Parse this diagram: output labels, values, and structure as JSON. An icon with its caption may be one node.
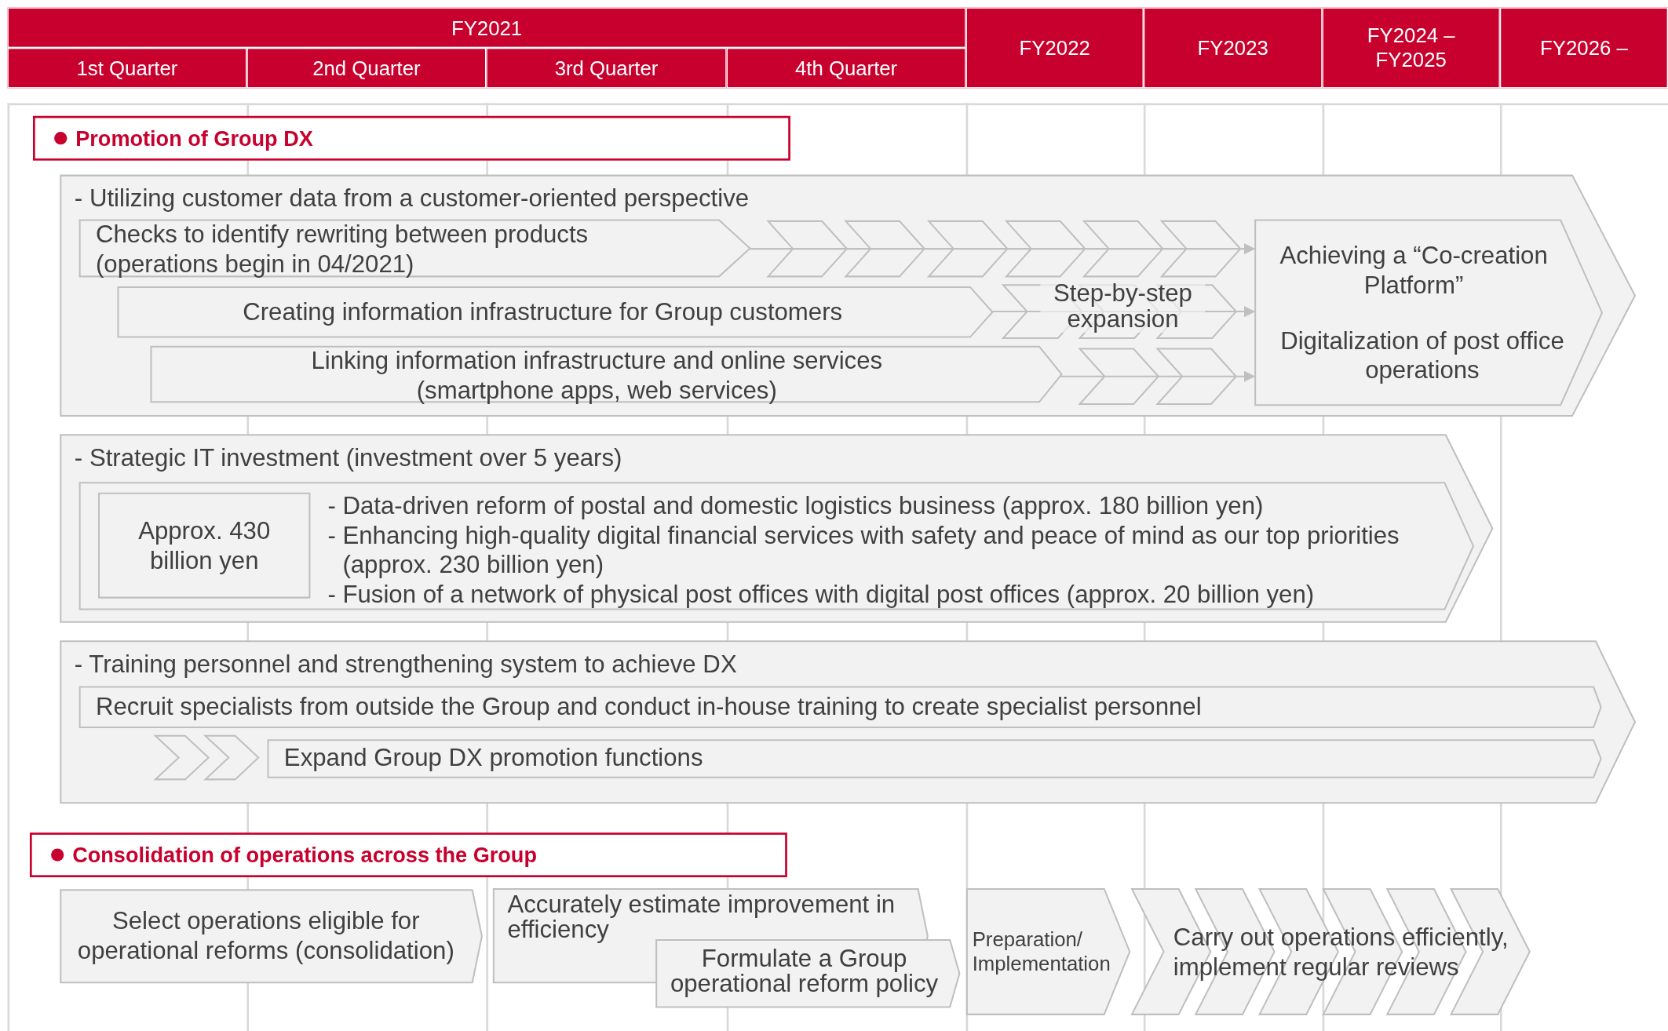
{
  "diagram": {
    "nodes": [
      {
        "text": [
          "FY2021"
        ]
      },
      {
        "text": [
          "1st Quarter"
        ]
      },
      {
        "text": [
          "2nd Quarter"
        ]
      },
      {
        "text": [
          "3rd Quarter"
        ]
      },
      {
        "text": [
          "4th Quarter"
        ]
      },
      {
        "text": [
          "FY2022"
        ]
      },
      {
        "text": [
          "FY2023"
        ]
      },
      {
        "text": [
          "FY2024 – FY2025"
        ]
      },
      {
        "text": [
          "FY2026 –"
        ]
      },
      {
        "text": [
          "Promotion of Group DX"
        ]
      },
      {
        "text": [
          "- Utilizing customer data from a customer-oriented perspective"
        ]
      },
      {
        "text": [
          "Checks to identify rewriting between products (operations begin in 04/2021)"
        ],
        "in": 10
      },
      {
        "text": [
          "Creating information infrastructure for Group customers"
        ],
        "in": 10
      },
      {
        "text": [
          "Linking information infrastructure and online services (smartphone apps, web services)"
        ],
        "in": 10
      },
      {
        "text": [
          "Achieving a “Co-creation Platform”",
          "Digitalization of post office operations"
        ],
        "in": 10
      },
      {
        "text": [
          "- Strategic IT investment (investment over 5 years)"
        ]
      },
      {
        "text": [
          "- Data-driven reform of postal and domestic logistics business (approx. 180 billion yen)",
          "- Enhancing high-quality digital financial services with safety and peace of mind as our top priorities (approx. 230 billion yen)",
          "- Fusion of a network of physical post offices with digital post offices (approx. 20 billion yen)"
        ],
        "in": 15
      },
      {
        "text": [
          "Approx. 430 billion yen"
        ],
        "in": 16
      },
      {
        "text": [
          "- Training personnel and strengthening system to achieve DX"
        ]
      },
      {
        "text": [
          "Recruit specialists from outside the Group and conduct in-house training to create specialist personnel"
        ],
        "in": 18
      },
      {
        "text": [
          "Expand Group DX promotion functions"
        ],
        "in": 18
      },
      {
        "text": [
          "Consolidation of operations across the Group"
        ]
      },
      {
        "text": [
          "Select operations eligible for operational reforms (consolidation)"
        ]
      },
      {
        "text": [
          "Accurately estimate improvement in efficiency"
        ]
      },
      {
        "text": [
          "Formulate a Group operational reform policy"
        ]
      },
      {
        "text": [
          "Preparation/ Implementation"
        ]
      },
      {
        "text": [
          "Carry out operations efficiently, implement regular reviews"
        ]
      }
    ],
    "edges": [
      {
        "from": 11,
        "to": 14,
        "arrow": "to"
      },
      {
        "from": 12,
        "to": 14,
        "arrow": "to",
        "label": "Step-by-step expansion"
      },
      {
        "from": 13,
        "to": 14,
        "arrow": "to"
      }
    ]
  }
}
